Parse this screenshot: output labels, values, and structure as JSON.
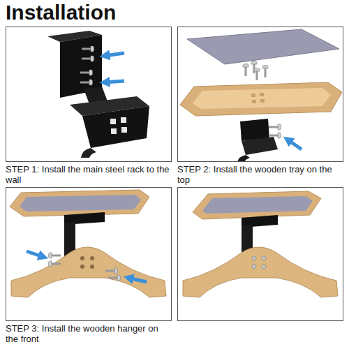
{
  "diagram": {
    "title": "Installation",
    "nodes": [
      {
        "text": [
          "STEP 1: Install the main steel rack to the wall"
        ]
      },
      {
        "text": [
          "STEP 2: Install the wooden tray on the top"
        ]
      },
      {
        "text": [
          "STEP 3: Install the wooden hanger on the front"
        ]
      }
    ]
  }
}
